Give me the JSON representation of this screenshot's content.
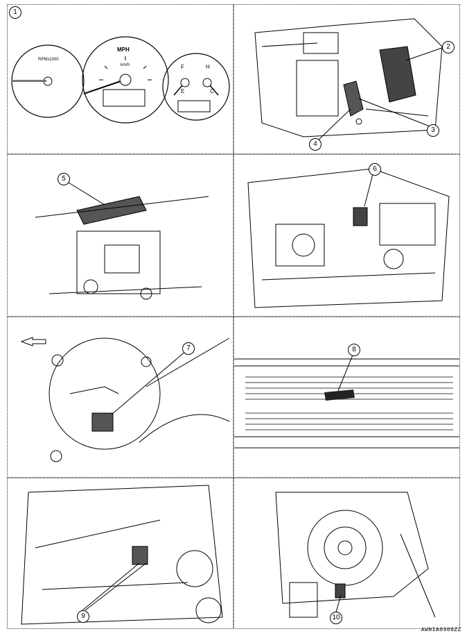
{
  "gauges": {
    "tach_label": "RPMx1000",
    "speed_label": "MPH",
    "speed_unit": "km/h",
    "fuel_full": "F",
    "fuel_empty": "E",
    "temp_hot": "H",
    "temp_cold": "C"
  },
  "callouts": [
    "1",
    "2",
    "3",
    "4",
    "5",
    "6",
    "7",
    "8",
    "9",
    "10"
  ],
  "reference_code": "AWNIA0308ZZ"
}
